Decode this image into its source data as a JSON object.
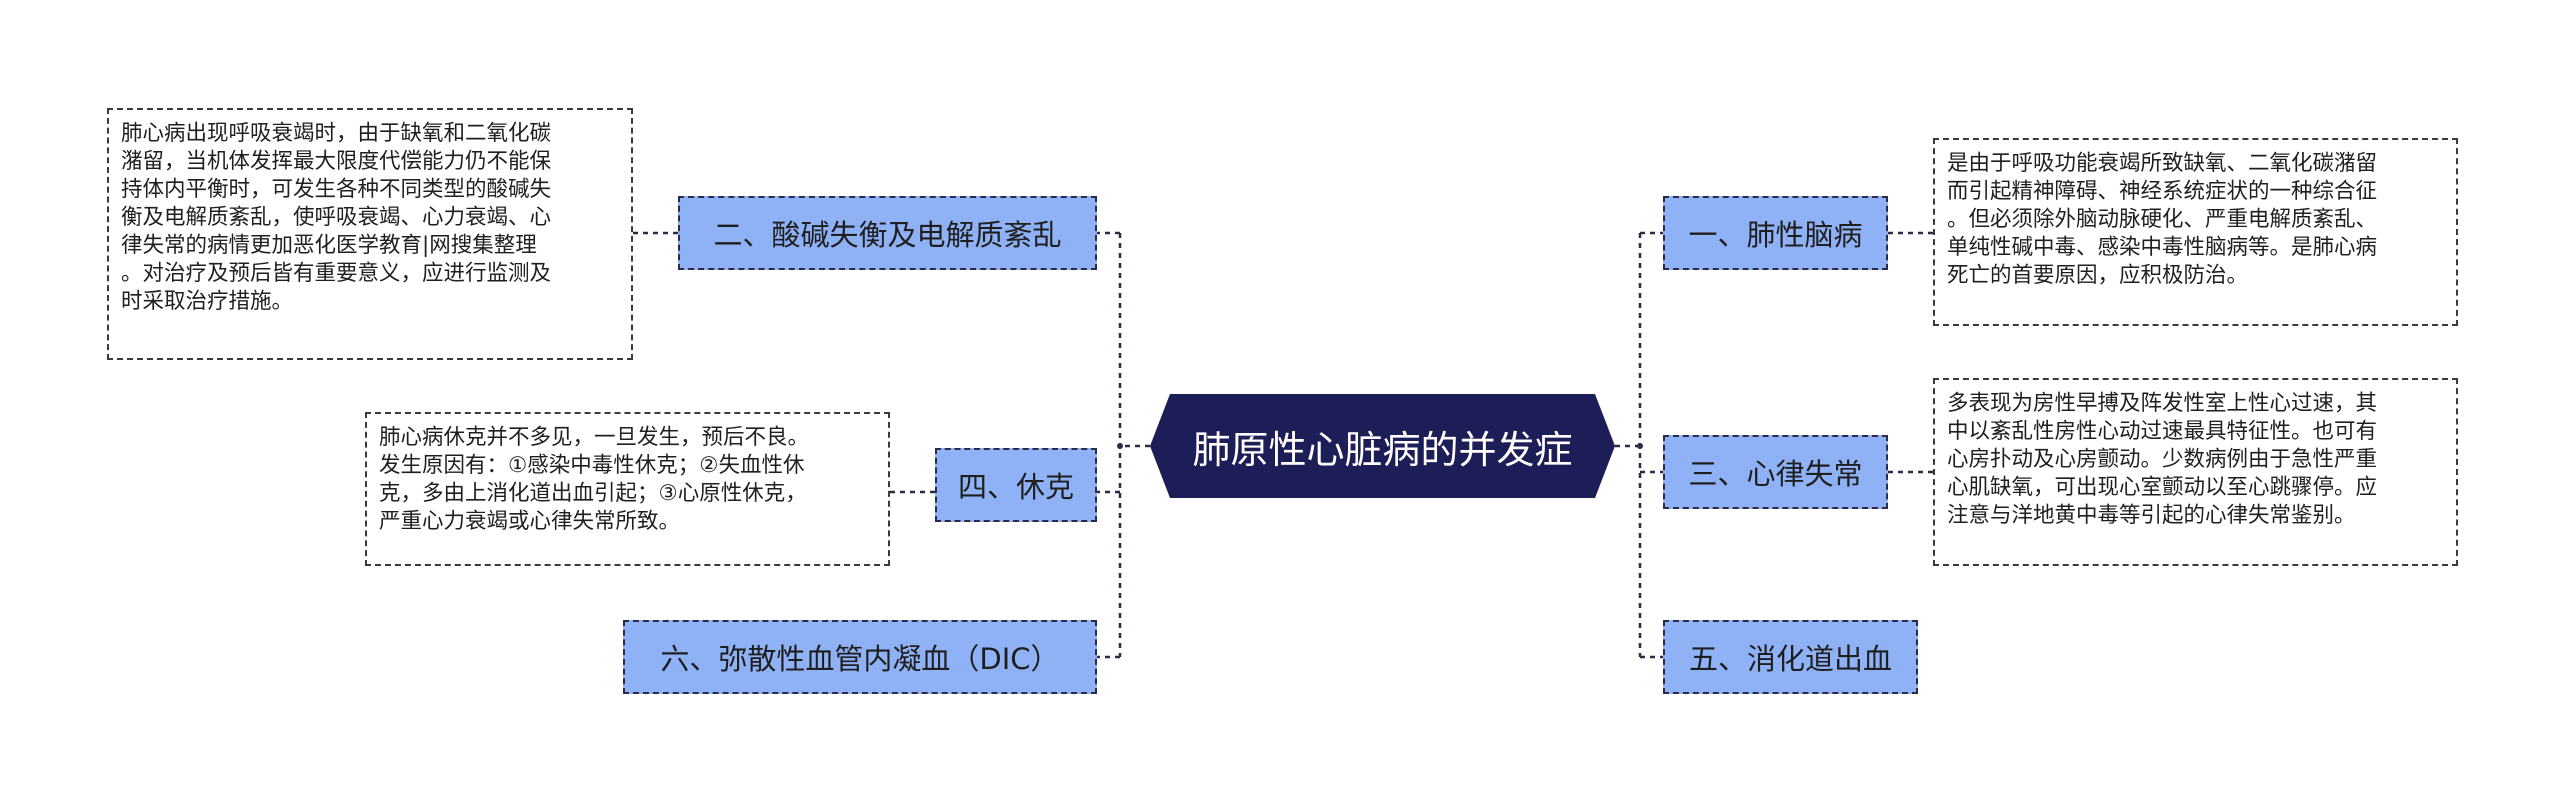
{
  "center": {
    "label": "肺原性心脏病的并发症"
  },
  "branches": {
    "b1": {
      "label": "一、肺性脑病",
      "note": "是由于呼吸功能衰竭所致缺氧、二氧化碳潴留\n而引起精神障碍、神经系统症状的一种综合征\n。但必须除外脑动脉硬化、严重电解质紊乱、\n单纯性碱中毒、感染中毒性脑病等。是肺心病\n死亡的首要原因，应积极防治。"
    },
    "b2": {
      "label": "二、酸碱失衡及电解质紊乱",
      "note": "肺心病出现呼吸衰竭时，由于缺氧和二氧化碳\n潴留，当机体发挥最大限度代偿能力仍不能保\n持体内平衡时，可发生各种不同类型的酸碱失\n衡及电解质紊乱，使呼吸衰竭、心力衰竭、心\n律失常的病情更加恶化医学教育|网搜集整理\n。对治疗及预后皆有重要意义，应进行监测及\n时采取治疗措施。"
    },
    "b3": {
      "label": "三、心律失常",
      "note": "多表现为房性早搏及阵发性室上性心过速，其\n中以紊乱性房性心动过速最具特征性。也可有\n心房扑动及心房颤动。少数病例由于急性严重\n心肌缺氧，可出现心室颤动以至心跳骤停。应\n注意与洋地黄中毒等引起的心律失常鉴别。"
    },
    "b4": {
      "label": "四、休克",
      "note": "肺心病休克并不多见，一旦发生，预后不良。\n发生原因有：①感染中毒性休克；②失血性休\n克，多由上消化道出血引起；③心原性休克，\n严重心力衰竭或心律失常所致。"
    },
    "b5": {
      "label": "五、消化道出血"
    },
    "b6": {
      "label": "六、弥散性血管内凝血（DIC）"
    }
  }
}
